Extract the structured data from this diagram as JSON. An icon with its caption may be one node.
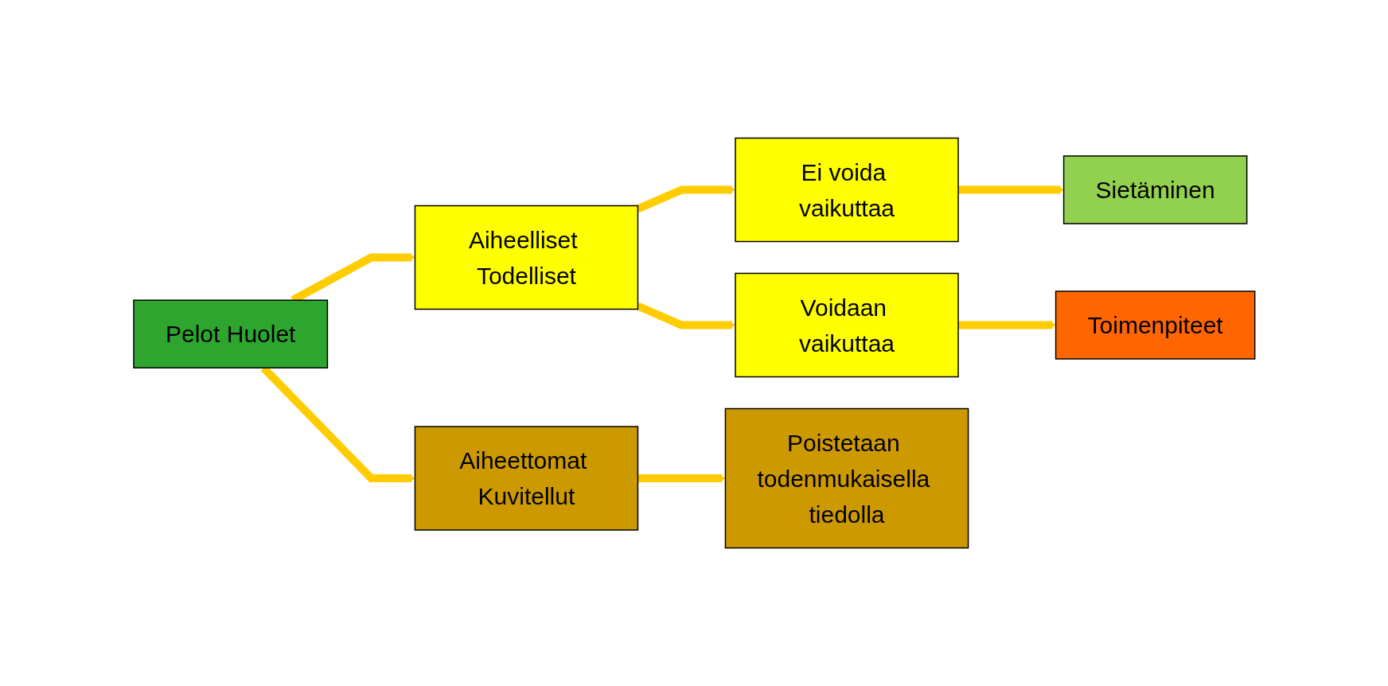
{
  "diagram": {
    "nodes": [
      {
        "text": [
          "Pelot Huolet"
        ]
      },
      {
        "text": [
          "Aiheelliset Todelliset"
        ]
      },
      {
        "text": [
          "Ei voida vaikuttaa"
        ]
      },
      {
        "text": [
          "Sietäminen"
        ]
      },
      {
        "text": [
          "Voidaan vaikuttaa"
        ]
      },
      {
        "text": [
          "Toimenpiteet"
        ]
      },
      {
        "text": [
          "Aiheettomat Kuvitellut"
        ]
      },
      {
        "text": [
          "Poistetaan todenmukaisella tiedolla"
        ]
      }
    ],
    "edges": [
      {
        "from": 0,
        "to": 1,
        "arrow": "to"
      },
      {
        "from": 1,
        "to": 2,
        "arrow": "to"
      },
      {
        "from": 1,
        "to": 4,
        "arrow": "to"
      },
      {
        "from": 2,
        "to": 3,
        "arrow": "to"
      },
      {
        "from": 4,
        "to": 5,
        "arrow": "to"
      },
      {
        "from": 0,
        "to": 6,
        "arrow": "to"
      },
      {
        "from": 6,
        "to": 7,
        "arrow": "to"
      }
    ]
  }
}
